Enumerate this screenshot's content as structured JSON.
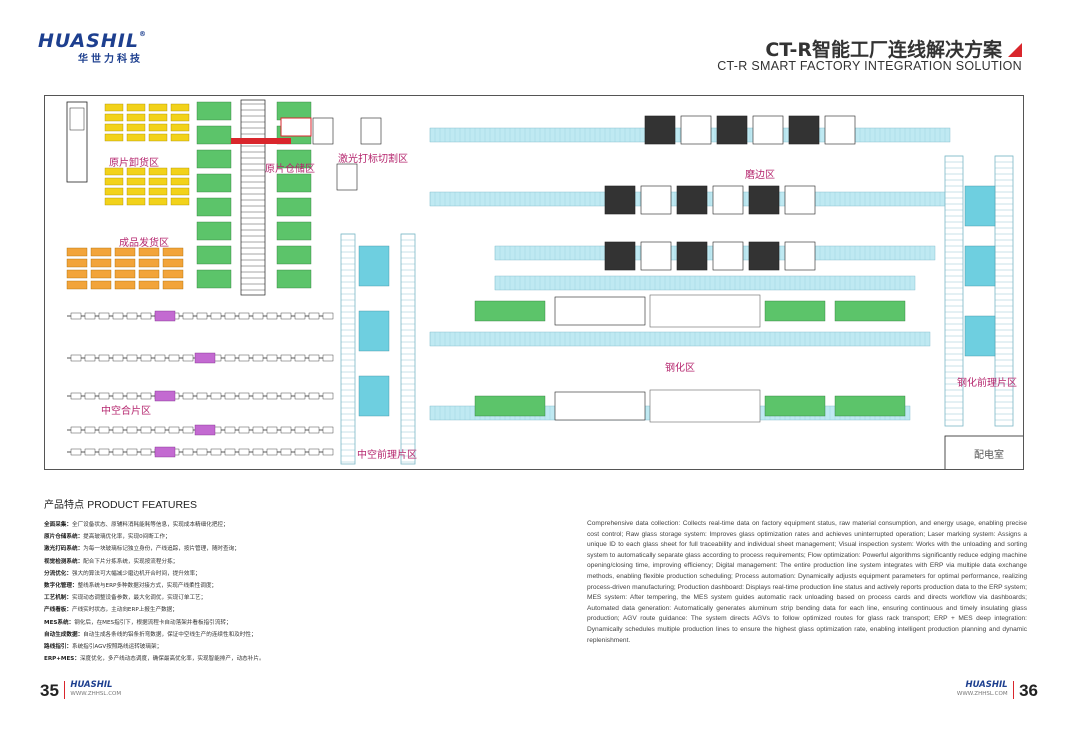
{
  "header": {
    "logo_text": "HUASHIL",
    "logo_reg": "®",
    "logo_sub": "华世力科技",
    "title_cn": "CT-R智能工厂连线解决方案",
    "title_en": "CT-R SMART FACTORY INTEGRATION SOLUTION",
    "accent_color": "#d9262c",
    "brand_color": "#1d3f8f"
  },
  "plan": {
    "zones": {
      "raw_unloading": "原片卸货区",
      "raw_storage": "原片仓储区",
      "laser_cutting": "激光打标切割区",
      "edging": "磨边区",
      "finished_shipping": "成品发货区",
      "insulating": "中空合片区",
      "tempering": "钢化区",
      "pre_tempering": "钢化前理片区",
      "insulating_pre": "中空前理片区",
      "power_room": "配电室"
    }
  },
  "features": {
    "title_cn": "产品特点",
    "title_en": "PRODUCT FEATURES",
    "items": [
      {
        "name": "全面采集：",
        "text": "全厂设备状态、原辅料消耗能耗等信息，实现成本精细化把控；"
      },
      {
        "name": "原片仓储系统：",
        "text": "提高玻璃优化率，实现0间断工作；"
      },
      {
        "name": "激光打码系统：",
        "text": "为每一块玻璃标记独立身份，产线追踪，按片管理，随时查询；"
      },
      {
        "name": "视觉检测系统：",
        "text": "配合下片分拣系统，实现按流程分拣；"
      },
      {
        "name": "分流优化：",
        "text": "强大的算法可大幅减少磨边机开合时间，提升效率；"
      },
      {
        "name": "数字化管理：",
        "text": "整线系统与ERP多种数据对接方式，实现产线柔性调度；"
      },
      {
        "name": "工艺机制：",
        "text": "实现动态调整设备参数，最大化调优，实现订单工艺；"
      },
      {
        "name": "产线看板：",
        "text": "产线实时状态，主动向ERP上报生产数据；"
      },
      {
        "name": "MES系统：",
        "text": "钢化后，在MES指引下，根据流程卡自动落架并看板指引流转；"
      },
      {
        "name": "自动生成数据：",
        "text": "自动生成各条线的铝条折弯数据，保证中空线生产的连续性和及时性；"
      },
      {
        "name": "路线指引：",
        "text": "系统指引AGV按照路线运转玻璃架；"
      },
      {
        "name": "ERP+MES：",
        "text": "深度优化，多产线动态调度，确保最高优化率，实现智能排产，动态补片。"
      }
    ]
  },
  "description": "Comprehensive data collection: Collects real-time data on factory equipment status, raw material consumption, and energy usage, enabling precise cost control; Raw glass storage system: Improves glass optimization rates and achieves uninterrupted operation; Laser marking system: Assigns a unique ID to each glass sheet for full traceability and individual sheet management; Visual inspection system: Works with the unloading and sorting system to automatically separate glass according to process requirements; Flow optimization: Powerful algorithms significantly reduce edging machine opening/closing time, improving efficiency; Digital management: The entire production line system integrates with ERP via multiple data exchange methods, enabling flexible production scheduling; Process automation: Dynamically adjusts equipment parameters for optimal performance, realizing process-driven manufacturing; Production dashboard: Displays real-time production line status and actively reports production data to the ERP system; MES system: After tempering, the MES system guides automatic rack unloading based on process cards and directs workflow via dashboards; Automated data generation: Automatically generates aluminum strip bending data for each line, ensuring continuous and timely insulating glass production; AGV route guidance: The system directs AGVs to follow optimized routes for glass rack transport; ERP + MES deep integration: Dynamically schedules multiple production lines to ensure the highest glass optimization rate, enabling intelligent production planning and dynamic replenishment.",
  "footer": {
    "left_page": "35",
    "right_page": "36",
    "brand": "HUASHIL",
    "website": "WWW.ZHHSL.COM"
  }
}
